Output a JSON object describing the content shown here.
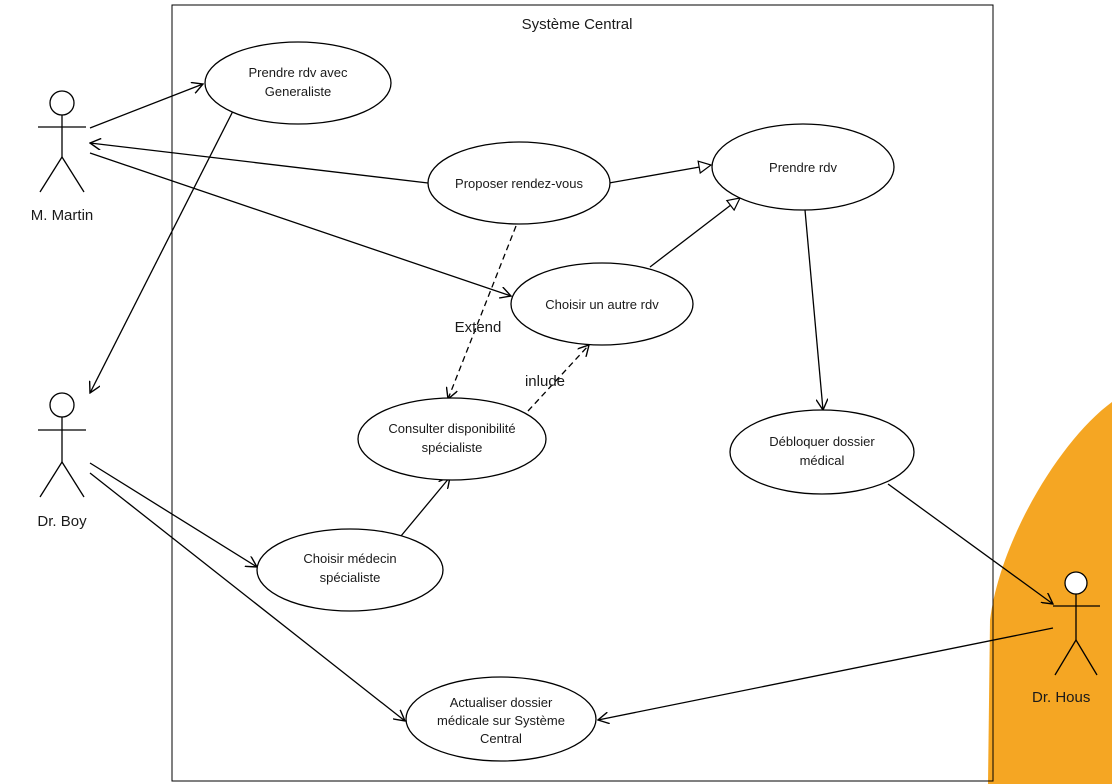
{
  "system": {
    "title": "Système Central"
  },
  "colors": {
    "highlight": "#F5A623",
    "stroke": "#000000",
    "background": "#ffffff"
  },
  "actors": {
    "martin": "M. Martin",
    "boy": "Dr. Boy",
    "house": "Dr. Hous"
  },
  "use_cases": {
    "rdv_generaliste": [
      "Prendre rdv avec",
      "Generaliste"
    ],
    "proposer": [
      "Proposer rendez-vous"
    ],
    "prendre_rdv": [
      "Prendre rdv"
    ],
    "autre_rdv": [
      "Choisir un autre rdv"
    ],
    "consulter": [
      "Consulter disponibilité",
      "spécialiste"
    ],
    "debloquer": [
      "Débloquer dossier",
      "médical"
    ],
    "choisir_medecin": [
      "Choisir médecin",
      "spécialiste"
    ],
    "actualiser": [
      "Actualiser dossier",
      "médicale sur Système",
      "Central"
    ]
  },
  "relations": {
    "extend": "Extend",
    "include": "inlude"
  }
}
